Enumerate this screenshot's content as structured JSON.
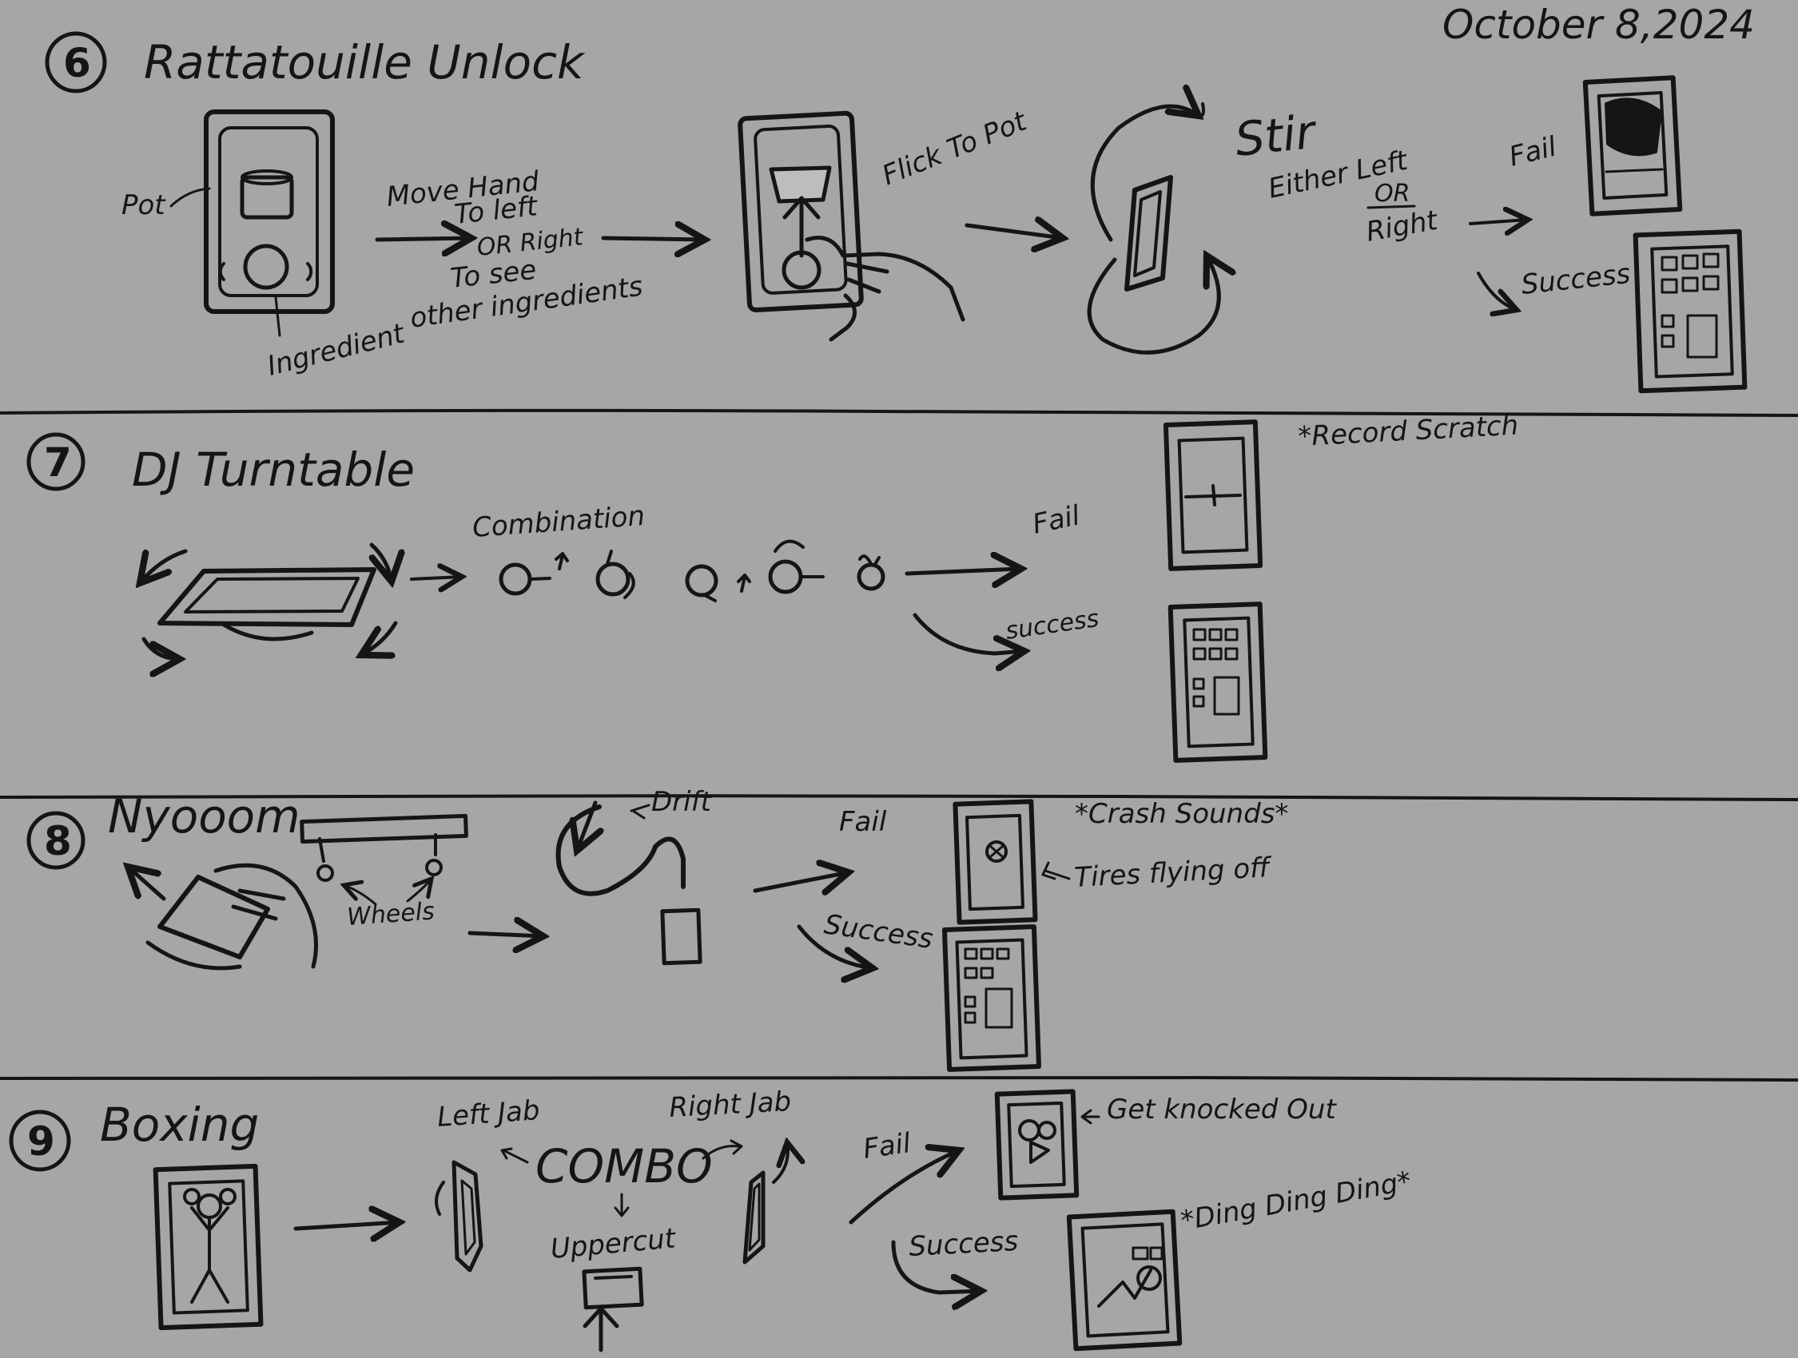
{
  "date": "October 8,2024",
  "sections": [
    {
      "number": "6",
      "title": "Rattatouille Unlock",
      "labels": {
        "pot": "Pot",
        "ingredient": "Ingredient",
        "move_hand": [
          "Move Hand",
          "To left",
          "OR Right",
          "To see",
          "other ingredients"
        ],
        "flick": "Flick To Pot",
        "stir": "Stir",
        "either": "Either Left",
        "or": "OR",
        "right": "Right",
        "fail": "Fail",
        "success": "Success"
      }
    },
    {
      "number": "7",
      "title": "DJ Turntable",
      "labels": {
        "combination": "Combination",
        "fail": "Fail",
        "success": "success",
        "record_scratch": "*Record Scratch"
      }
    },
    {
      "number": "8",
      "title": "Nyooom",
      "labels": {
        "wheels": "Wheels",
        "drift": "Drift",
        "fail": "Fail",
        "success": "Success",
        "crash": "*Crash Sounds*",
        "tires": "Tires flying off"
      }
    },
    {
      "number": "9",
      "title": "Boxing",
      "labels": {
        "left_jab": "Left Jab",
        "right_jab": "Right Jab",
        "combo": "COMBO",
        "uppercut": "Uppercut",
        "fail": "Fail",
        "success": "Success",
        "knocked": "Get knocked Out",
        "ding": "*Ding Ding Ding*"
      }
    }
  ],
  "icons": [
    "arrow-icon",
    "phone-icon",
    "pot-icon",
    "hand-icon",
    "turntable-icon",
    "car-icon",
    "stick-figure-icon"
  ]
}
